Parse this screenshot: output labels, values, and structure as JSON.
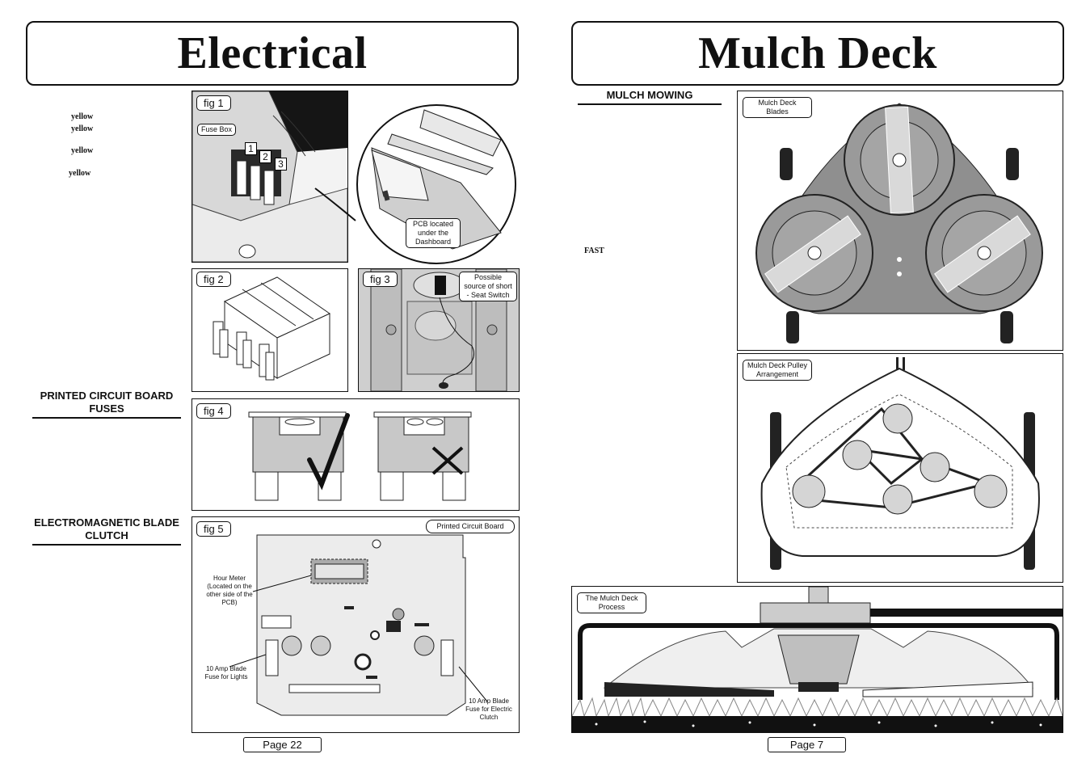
{
  "left_page": {
    "title": "Electrical",
    "side_words": [
      "yellow",
      "yellow",
      "yellow",
      "yellow"
    ],
    "section_pcb_fuses": "PRINTED CIRCUIT BOARD FUSES",
    "section_clutch": "ELECTROMAGNETIC BLADE CLUTCH",
    "fig1": {
      "label": "fig 1",
      "fuse_box": "Fuse Box",
      "fuse_numbers": [
        "1",
        "2",
        "3"
      ],
      "pcb_location": "PCB located under the Dashboard"
    },
    "fig2": {
      "label": "fig 2"
    },
    "fig3": {
      "label": "fig 3",
      "callout": "Possible source of short - Seat Switch"
    },
    "fig4": {
      "label": "fig 4"
    },
    "fig5": {
      "label": "fig 5",
      "board_title": "Printed Circuit Board",
      "hour_meter": "Hour Meter (Located on the other side of the PCB)",
      "fuse_lights": "10 Amp Blade Fuse for Lights",
      "fuse_clutch": "10 Amp Blade Fuse for Electric Clutch"
    },
    "page_number": "Page 22"
  },
  "right_page": {
    "title": "Mulch Deck",
    "section_mulch": "MULCH MOWING",
    "fast_word": "FAST",
    "blades_label": "Mulch Deck Blades",
    "pulley_label": "Mulch Deck Pulley Arrangement",
    "process_label": "The Mulch Deck Process",
    "page_number": "Page 7"
  }
}
